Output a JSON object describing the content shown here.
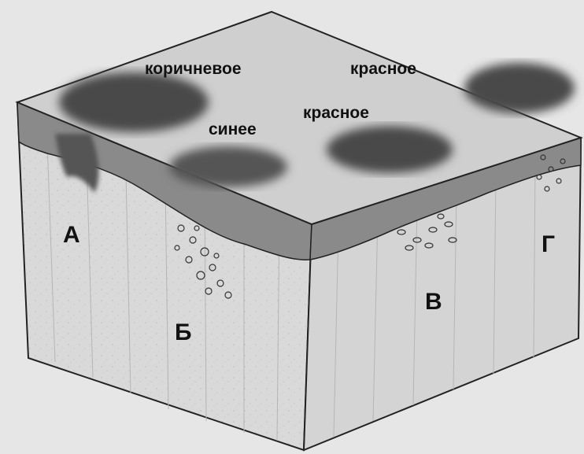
{
  "labels": {
    "brown": "коричневое",
    "red_top": "красное",
    "blue": "синее",
    "red_mid": "красное",
    "a": "А",
    "b": "Б",
    "v": "В",
    "g": "Г"
  },
  "colors": {
    "background": "#e6e6e6",
    "top_face": "#cfcfcf",
    "left_face": "#dcdcdc",
    "right_face": "#d6d6d6",
    "epidermis_band": "#8a8a8a",
    "dark_patch": "#4a4a4a",
    "lines": "#222222"
  }
}
